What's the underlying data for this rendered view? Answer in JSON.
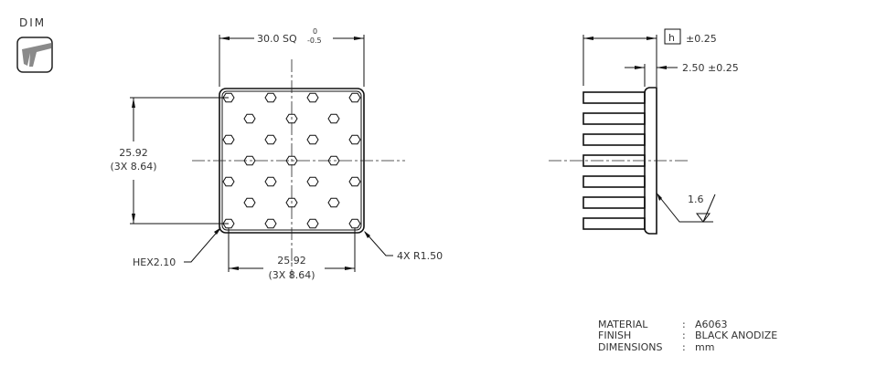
{
  "toolbar": {
    "dim_label": "DIM",
    "dim_icon": "caliper-icon"
  },
  "front_view": {
    "overall_dim": "30.0 SQ",
    "tol_upper": "0",
    "tol_lower": "-0.5",
    "vertical_dim": "25.92",
    "vertical_dim_sub": "(3X 8.64)",
    "horizontal_dim": "25.92",
    "horizontal_dim_sub": "(3X 8.64)",
    "hex_label": "HEX2.10",
    "radius_label": "4X R1.50"
  },
  "side_view": {
    "height_symbol": "h",
    "height_tol": "±0.25",
    "base_dim": "2.50 ±0.25",
    "surface_roughness": "1.6"
  },
  "notes": [
    {
      "label": "MATERIAL",
      "value": "A6063"
    },
    {
      "label": "FINISH",
      "value": "BLACK ANODIZE"
    },
    {
      "label": "DIMENSIONS",
      "value": "mm"
    }
  ]
}
